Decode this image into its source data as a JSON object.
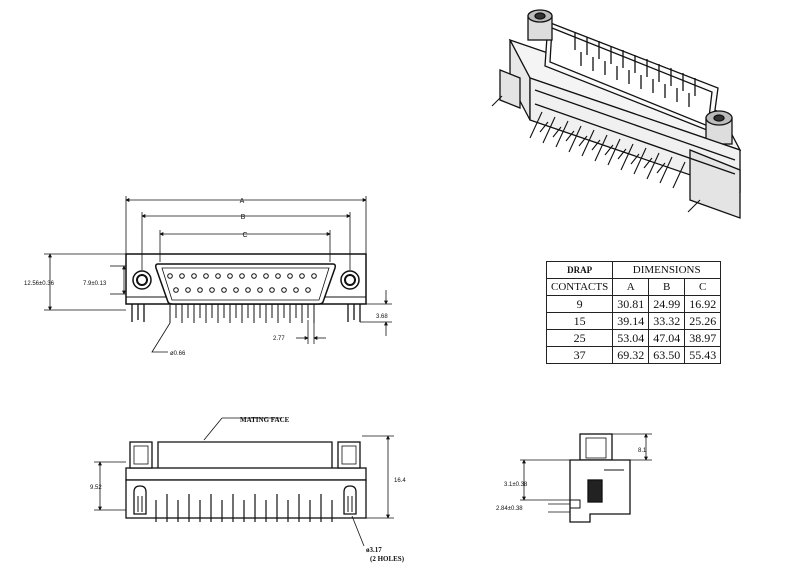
{
  "front_view": {
    "dim_a": "A",
    "dim_b": "B",
    "dim_c": "C",
    "height_outer": "12.56±0.36",
    "height_inner": "7.9±0.13",
    "pin_offset": "3.68",
    "pin_pitch": "2.77",
    "pin_diameter": "ø0.66"
  },
  "side_view": {
    "mating_face": "MATING FACE",
    "left_height": "9.52",
    "right_height": "16.4",
    "hole_spec": "ø3.17",
    "hole_count": "(2 HOLES)"
  },
  "end_view": {
    "top_height": "8.1",
    "mid_dim": "3.1±0.38",
    "low_dim": "2.84±0.38"
  },
  "table": {
    "header_left_top": "DRAP",
    "header_left_bottom": "CONTACTS",
    "header_dimensions": "DIMENSIONS",
    "col_a": "A",
    "col_b": "B",
    "col_c": "C",
    "rows": [
      {
        "contacts": "9",
        "a": "30.81",
        "b": "24.99",
        "c": "16.92"
      },
      {
        "contacts": "15",
        "a": "39.14",
        "b": "33.32",
        "c": "25.26"
      },
      {
        "contacts": "25",
        "a": "53.04",
        "b": "47.04",
        "c": "38.97"
      },
      {
        "contacts": "37",
        "a": "69.32",
        "b": "63.50",
        "c": "55.43"
      }
    ]
  }
}
